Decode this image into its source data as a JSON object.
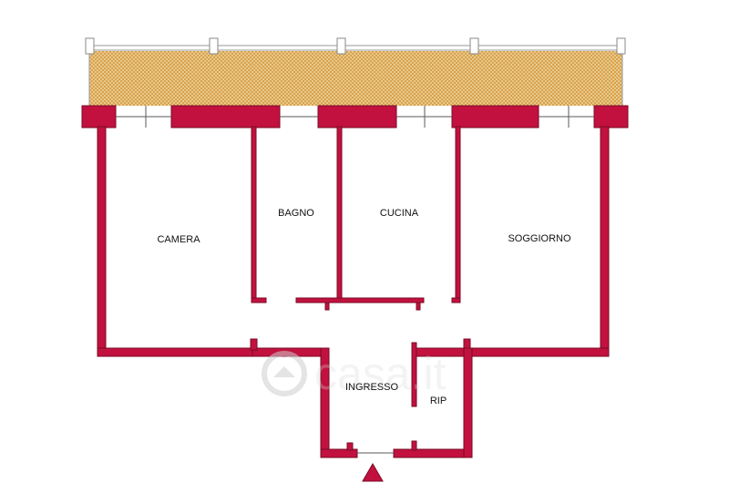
{
  "rooms": {
    "camera": "CAMERA",
    "bagno": "BAGNO",
    "cucina": "CUCINA",
    "soggiorno": "SOGGIORNO",
    "ingresso": "INGRESSO",
    "rip": "RIP"
  },
  "watermark": "casa.it",
  "colors": {
    "wall": "#c2113f",
    "wall_outline": "#7a0a26",
    "balcony_a": "#e8c98a",
    "balcony_b": "#d9a24e",
    "railing": "#9a9a9a",
    "entrance_arrow": "#c2113f"
  },
  "icons": {
    "entrance": "entrance-arrow-icon",
    "watermark_logo": "house-logo-icon"
  }
}
